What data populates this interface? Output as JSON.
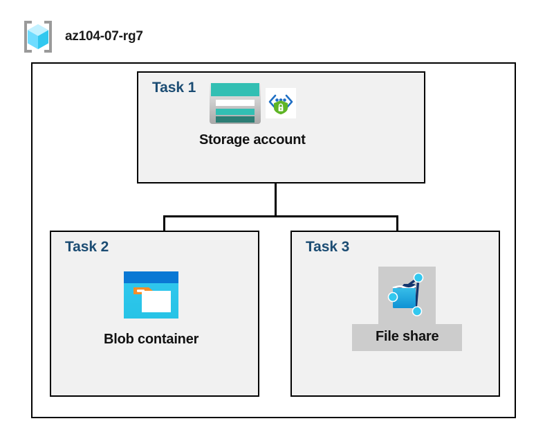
{
  "diagram": {
    "resource_group": {
      "name": "az104-07-rg7",
      "icon": "resource-group-cube-icon"
    },
    "panels": [
      {
        "id": "task1",
        "title": "Task 1",
        "node": {
          "caption": "Storage account",
          "icons": [
            "storage-account-icon",
            "private-endpoint-secure-icon"
          ],
          "highlighted": false
        }
      },
      {
        "id": "task2",
        "title": "Task 2",
        "node": {
          "caption": "Blob container",
          "icons": [
            "blob-container-icon"
          ],
          "highlighted": false
        }
      },
      {
        "id": "task3",
        "title": "Task 3",
        "node": {
          "caption": "File share",
          "icons": [
            "file-share-icon"
          ],
          "highlighted": true
        }
      }
    ],
    "connections": [
      {
        "from": "task1",
        "to": "task2"
      },
      {
        "from": "task1",
        "to": "task3"
      }
    ],
    "colors": {
      "panel_background": "#f1f1f1",
      "panel_border": "#000000",
      "task_title": "#1b4c73",
      "caption": "#111111",
      "highlight": "#cccccc",
      "storage_teal": "#32bfb3",
      "storage_teal_dark": "#2c7d74",
      "blob_blue": "#0078d4",
      "blob_cyan": "#32c8ef",
      "blob_orange": "#f78d28",
      "shield_green": "#5fb526",
      "cube_cyan": "#50e6ff"
    }
  }
}
